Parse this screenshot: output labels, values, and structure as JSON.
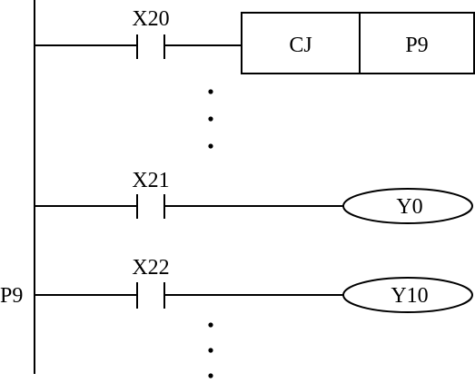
{
  "rungs": [
    {
      "contact": "X20",
      "instruction": {
        "op": "CJ",
        "operand": "P9"
      }
    },
    {
      "contact": "X21",
      "coil": "Y0"
    },
    {
      "pointer": "P9",
      "contact": "X22",
      "coil": "Y10"
    }
  ],
  "colors": {
    "line": "#000000",
    "background": "#ffffff"
  }
}
